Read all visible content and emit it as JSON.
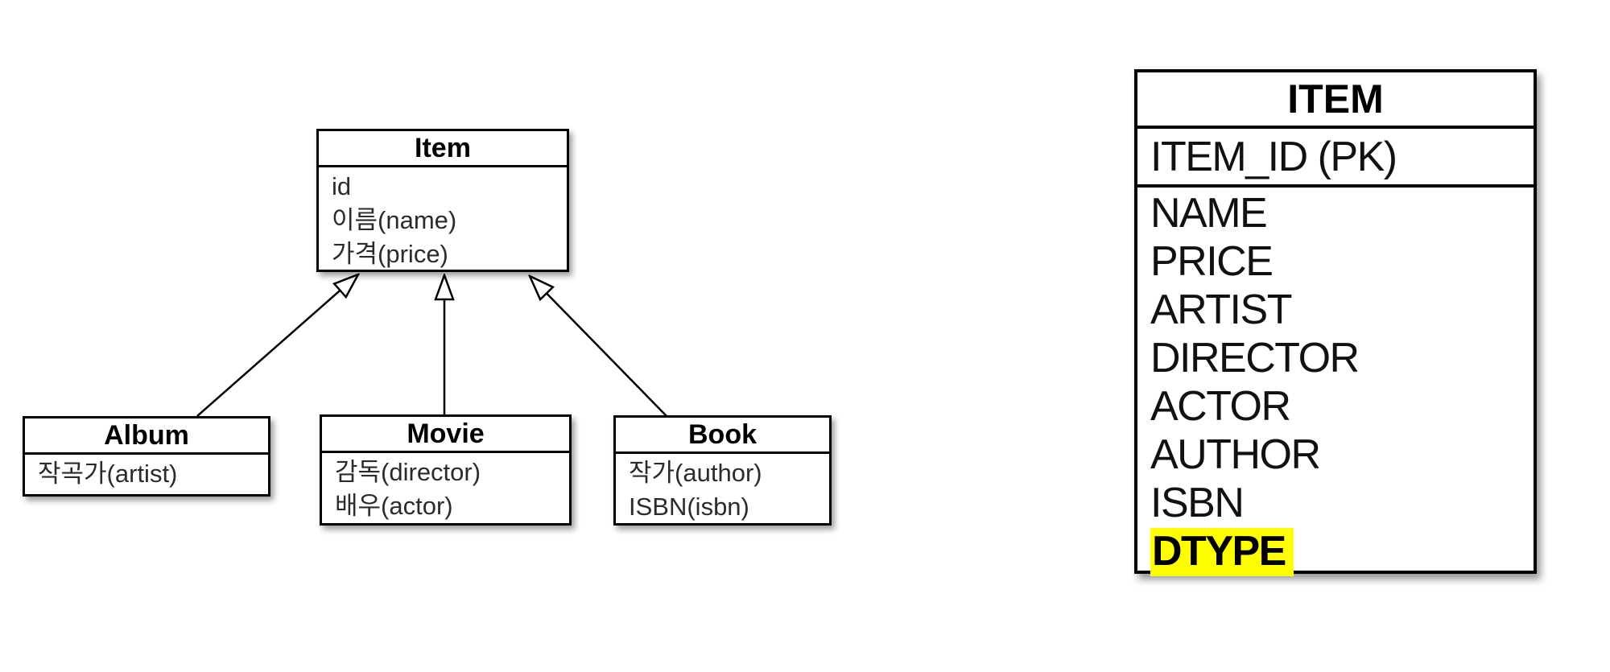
{
  "background": "#ffffff",
  "colors": {
    "line": "#000000",
    "title_text": "#000000",
    "field_text": "#2b2b2b",
    "highlight": "#ffff00"
  },
  "uml": {
    "classes": [
      {
        "id": "item",
        "title": "Item",
        "fields": [
          "id",
          "이름(name)",
          "가격(price)"
        ]
      },
      {
        "id": "album",
        "title": "Album",
        "fields": [
          "작곡가(artist)"
        ]
      },
      {
        "id": "movie",
        "title": "Movie",
        "fields": [
          "감독(director)",
          "배우(actor)"
        ]
      },
      {
        "id": "book",
        "title": "Book",
        "fields": [
          "작가(author)",
          "ISBN(isbn)"
        ]
      }
    ],
    "relations": [
      {
        "from": "Album",
        "to": "Item",
        "type": "generalization"
      },
      {
        "from": "Movie",
        "to": "Item",
        "type": "generalization"
      },
      {
        "from": "Book",
        "to": "Item",
        "type": "generalization"
      }
    ]
  },
  "table": {
    "title": "ITEM",
    "primary_key": "ITEM_ID (PK)",
    "columns": [
      "NAME",
      "PRICE",
      "ARTIST",
      "DIRECTOR",
      "ACTOR",
      "AUTHOR",
      "ISBN",
      "DTYPE"
    ],
    "highlighted_column": "DTYPE"
  }
}
